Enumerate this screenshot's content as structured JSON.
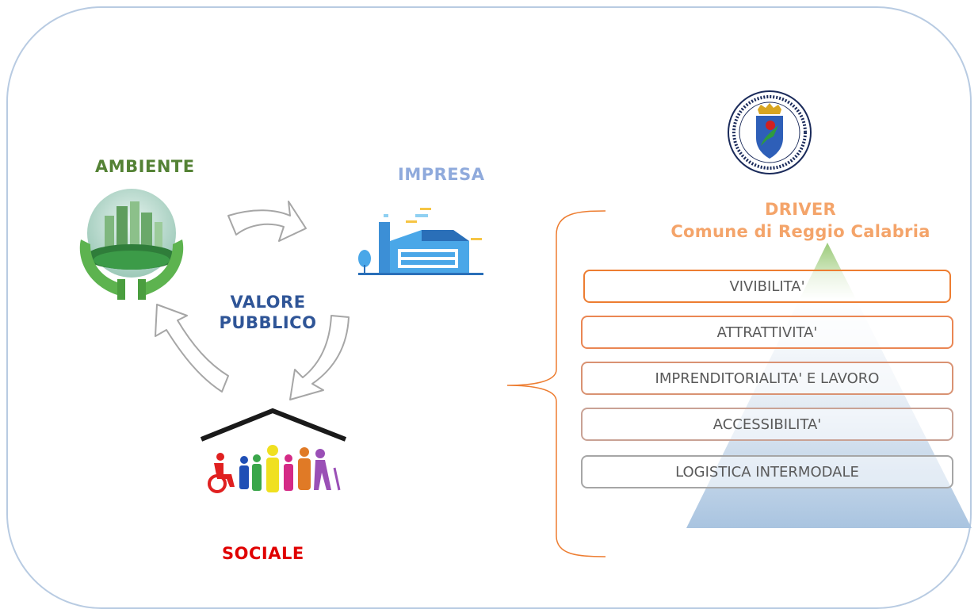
{
  "labels": {
    "ambiente": "AMBIENTE",
    "impresa": "IMPRESA",
    "valore": "VALORE PUBBLICO",
    "sociale": "SOCIALE"
  },
  "driver": {
    "title": "DRIVER",
    "subtitle": "Comune di Reggio Calabria",
    "items": [
      "VIVIBILITA'",
      "ATTRATTIVITA'",
      "IMPRENDITORIALITA' E LAVORO",
      "ACCESSIBILITA'",
      "LOGISTICA INTERMODALE"
    ]
  },
  "seal_text": "PRIMA MATER E CAPUT URBS REGIA NOBILIS FIDELISSIMA PROVINCIAE",
  "colors": {
    "ambiente": "#548235",
    "impresa": "#8faadc",
    "valore": "#2f5597",
    "sociale": "#e00000",
    "driver": "#f4a46a",
    "frame": "#b8cbe2",
    "bracket": "#ed7d31"
  },
  "icons": [
    "globe-hands-icon",
    "factory-icon",
    "family-house-icon",
    "city-seal-icon"
  ]
}
